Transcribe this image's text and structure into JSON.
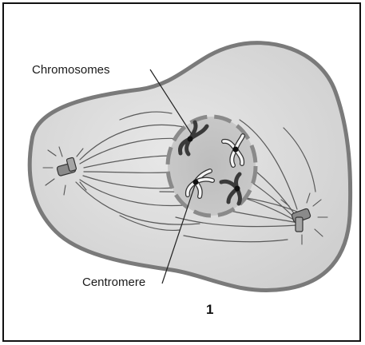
{
  "labels": {
    "chromosomes": "Chromosomes",
    "centromere": "Centromere"
  },
  "figure_number": "1",
  "colors": {
    "cell_fill": "#dcdcdc",
    "cell_outline": "#7a7a7a",
    "nucleus_fill": "#c4c4c4",
    "nuclear_envelope": "#8a8a8a",
    "chromatid_dark": "#3a3a3a",
    "chromatid_light": "#f4f4f4",
    "centromere": "#111111",
    "frame": "#111111"
  }
}
